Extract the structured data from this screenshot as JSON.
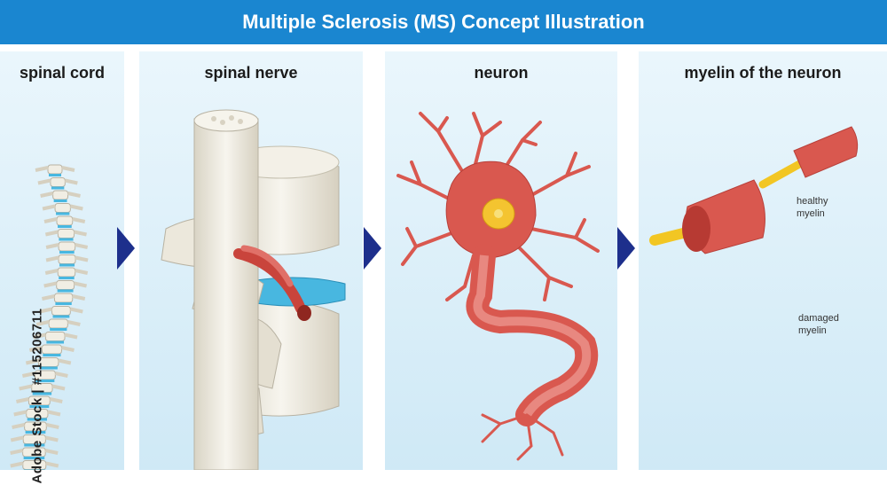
{
  "header": {
    "title": "Multiple Sclerosis (MS) Concept Illustration"
  },
  "panels": [
    {
      "title": "spinal cord"
    },
    {
      "title": "spinal nerve"
    },
    {
      "title": "neuron"
    },
    {
      "title": "myelin of the neuron"
    }
  ],
  "labels": {
    "healthy": [
      "healthy",
      "myelin"
    ],
    "damaged": [
      "damaged",
      "myelin"
    ]
  },
  "watermark": "Adobe Stock | #115206711",
  "icons": [
    "right-arrow-icon",
    "right-arrow-icon",
    "right-arrow-icon"
  ],
  "colors": {
    "header": "#1a86d0",
    "arrow": "#1d2f8c",
    "bone": "#f1eee4",
    "nerve": "#d9584f",
    "disc": "#48b7e0",
    "axon": "#f2c623"
  }
}
